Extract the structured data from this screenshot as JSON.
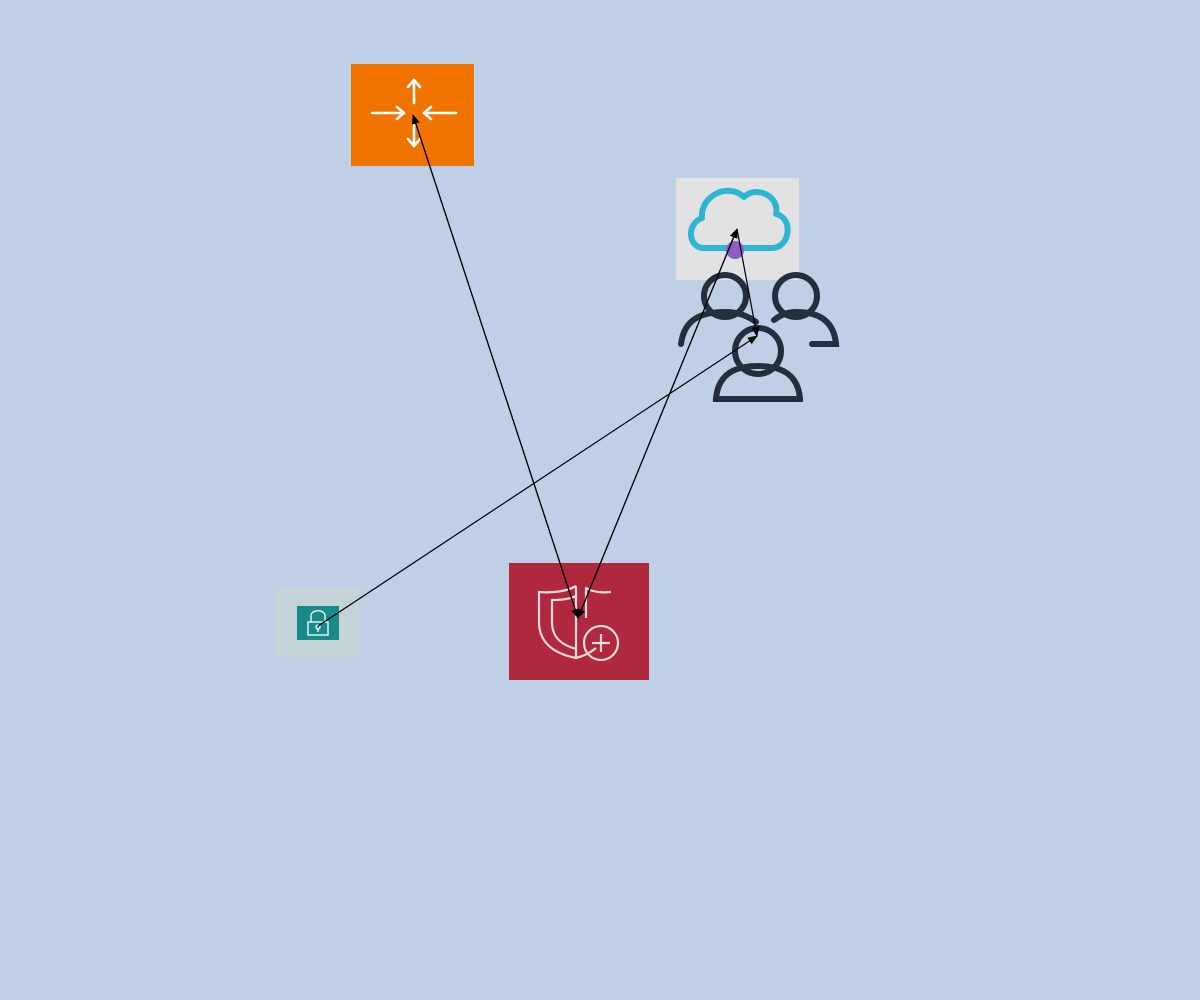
{
  "diagram": {
    "background": "#bfcfe6",
    "nodes": [
      {
        "id": "router",
        "icon": "router-icon",
        "color": "#f07300"
      },
      {
        "id": "cloud",
        "icon": "cloud-icon",
        "color": "#2fb5d4",
        "accent": "#8a5cc4"
      },
      {
        "id": "users",
        "icon": "users-group-icon",
        "color": "#232f3e"
      },
      {
        "id": "lock",
        "icon": "lock-icon",
        "color": "#178a8a"
      },
      {
        "id": "shield",
        "icon": "shield-plus-icon",
        "color": "#b0283e"
      }
    ],
    "edges": [
      {
        "from": "shield",
        "to": "router"
      },
      {
        "from": "shield",
        "to": "cloud"
      },
      {
        "from": "cloud",
        "to": "users"
      },
      {
        "from": "lock",
        "to": "users"
      }
    ],
    "edge_color": "#000000"
  }
}
